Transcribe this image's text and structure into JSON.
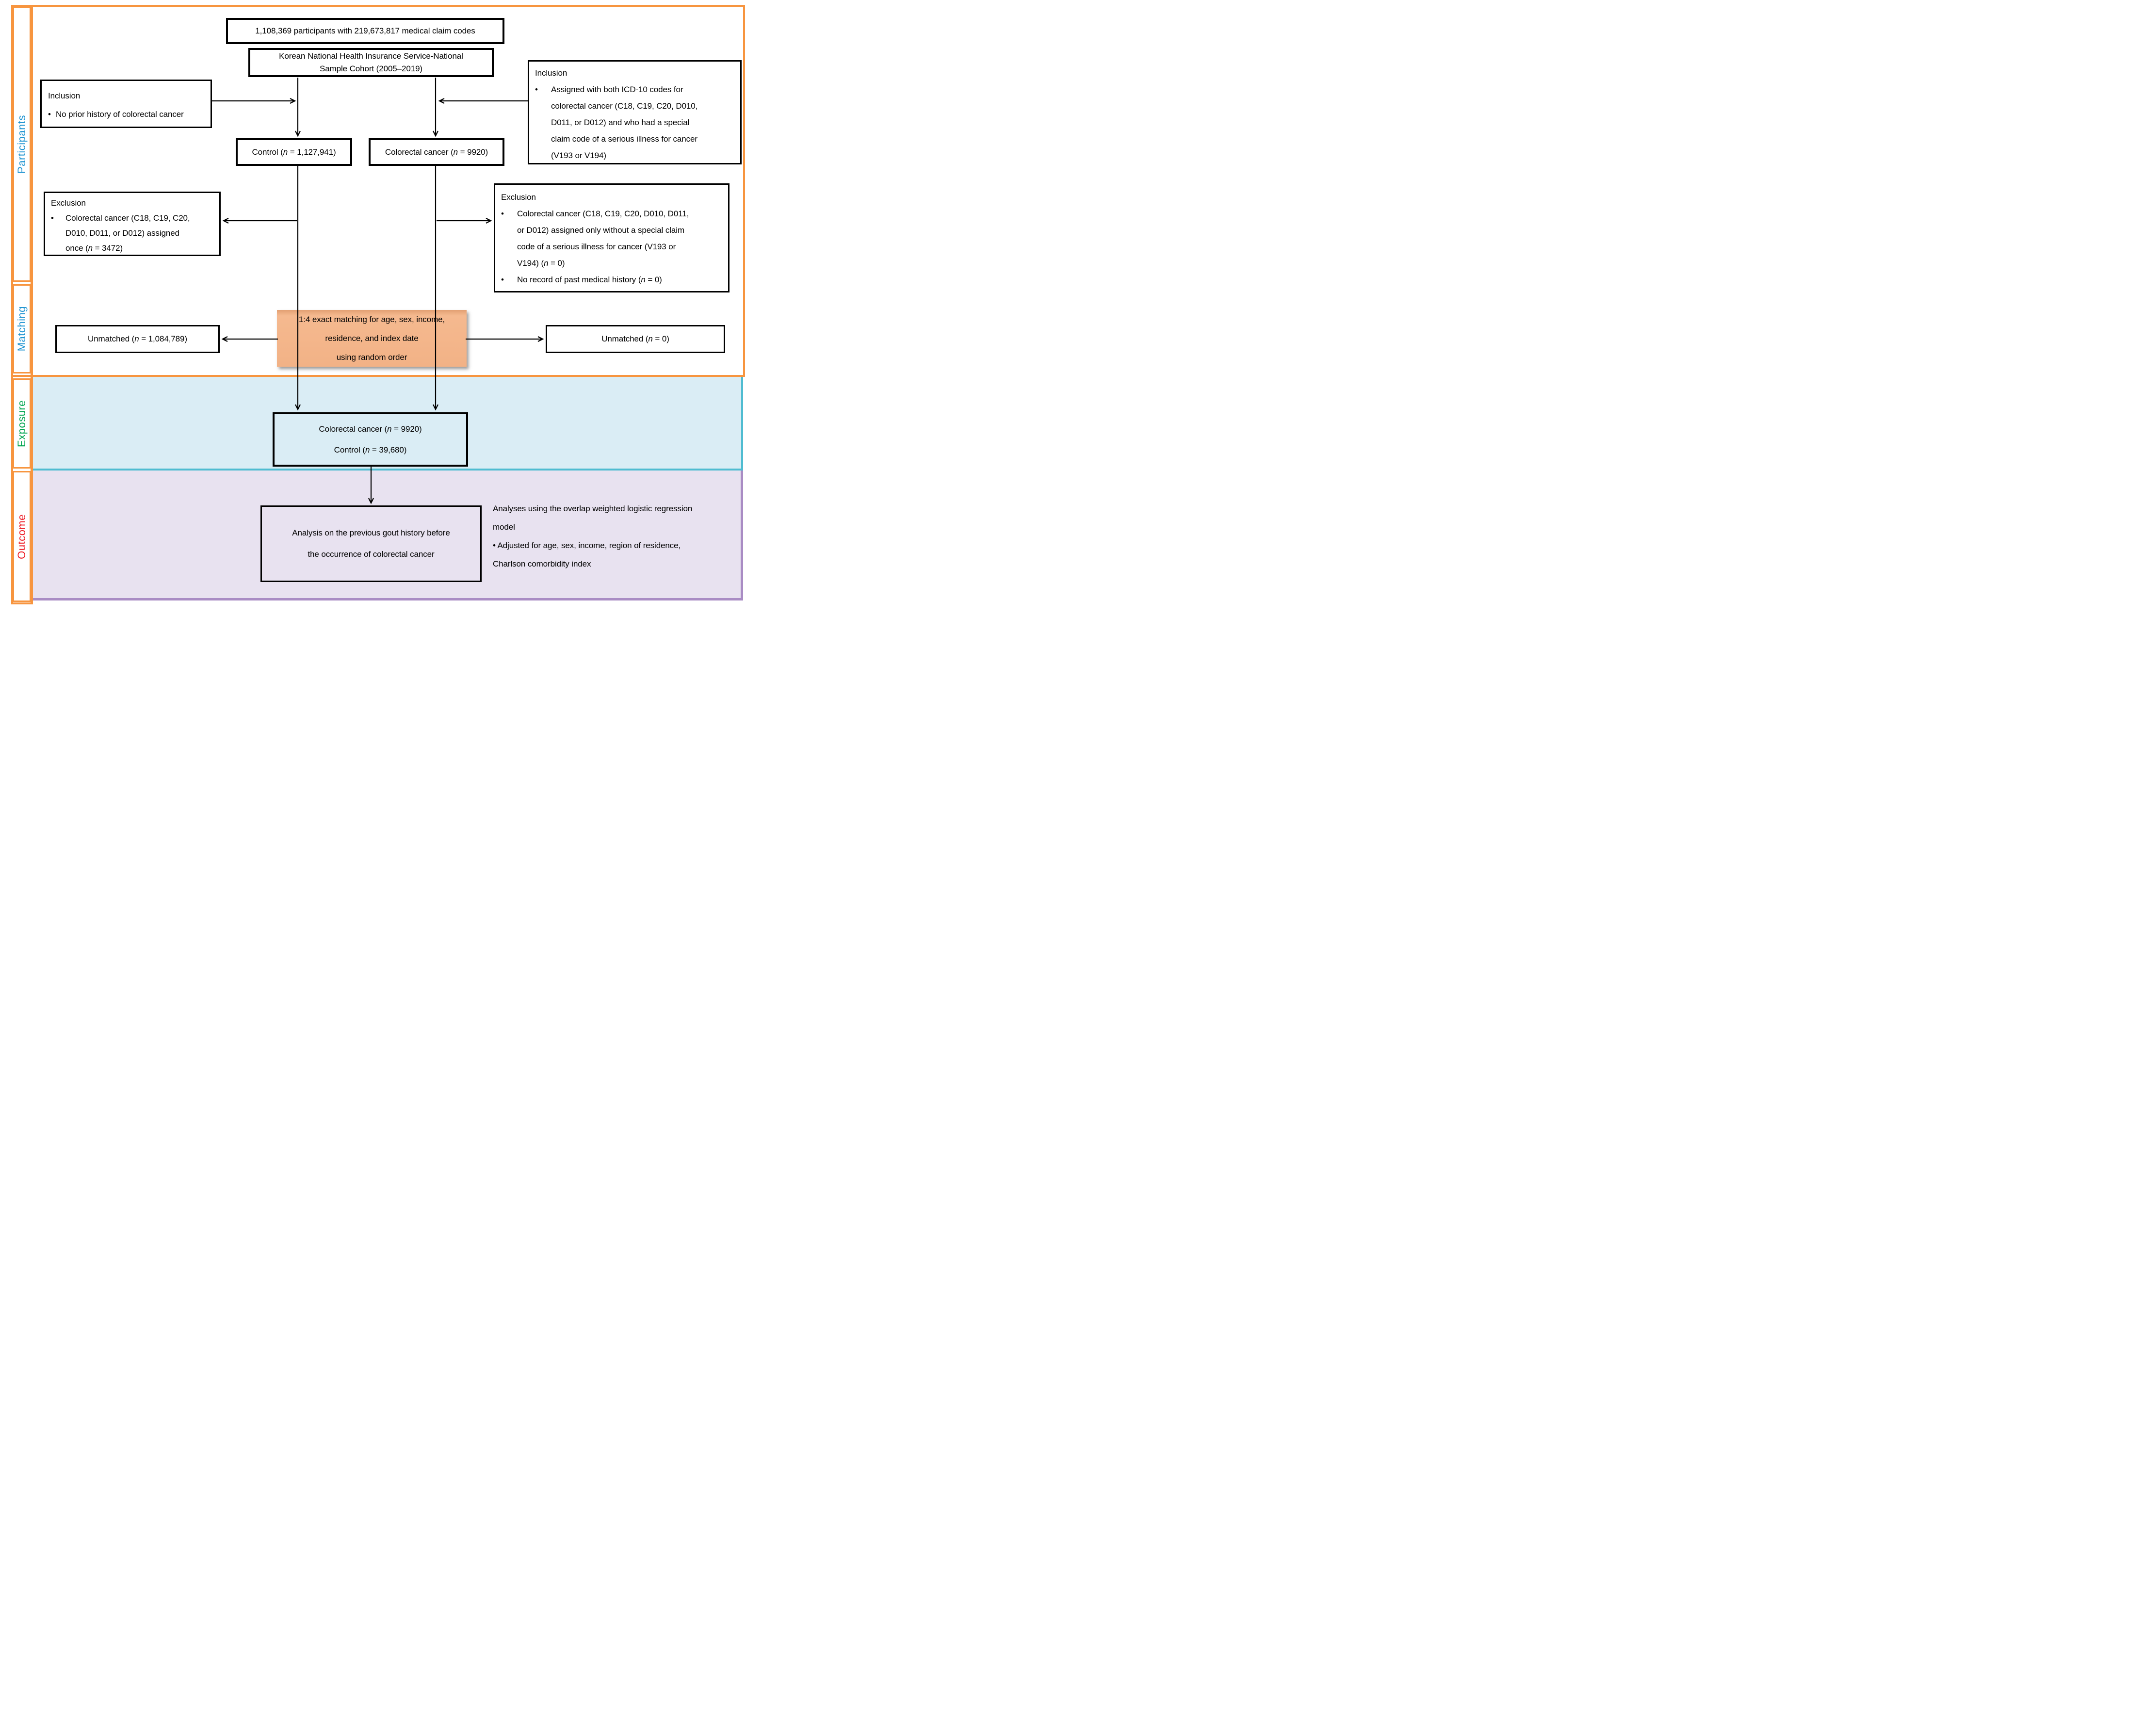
{
  "palette": {
    "border_orange": "#F7953F",
    "matching_fill": "#F2B286",
    "exposure_band": "#DAEDF5",
    "exposure_border": "#4FBCD1",
    "outcome_band": "#E8E2F0",
    "outcome_border": "#A98CC4",
    "box_border": "#000000",
    "label_blue": "#1E93D1",
    "label_green": "#00A550",
    "label_red": "#ED1C24"
  },
  "sidebar": {
    "items": [
      {
        "label": "Participants",
        "color": "#1E93D1"
      },
      {
        "label": "Matching",
        "color": "#1E93D1"
      },
      {
        "label": "Exposure",
        "color": "#00A550"
      },
      {
        "label": "Outcome",
        "color": "#ED1C24"
      }
    ]
  },
  "flow": {
    "source_box": "1,108,369 participants with 219,673,817 medical claim codes",
    "cohort_box_lines": [
      "Korean National Health Insurance Service-National",
      "Sample Cohort (2005–2019)"
    ],
    "inclusion_left": {
      "title": "Inclusion",
      "bullet_lines": [
        "No prior history of colorectal cancer"
      ]
    },
    "inclusion_right": {
      "title": "Inclusion",
      "bullet_lines": [
        "Assigned with both ICD-10 codes for",
        "colorectal cancer (C18, C19, C20, D010,",
        "D011, or D012) and who had a special",
        "claim code of a serious illness for cancer",
        "(V193 or V194)"
      ]
    },
    "control_box": "Control (n = 1,127,941)",
    "cancer_box": "Colorectal cancer (n = 9920)",
    "exclusion_left": {
      "title": "Exclusion",
      "bullet_lines": [
        "Colorectal cancer (C18, C19, C20,",
        "D010, D011, or D012) assigned",
        "once (n = 3472)"
      ]
    },
    "exclusion_right": {
      "title": "Exclusion",
      "bullet1_lines": [
        "Colorectal cancer (C18, C19, C20, D010, D011,",
        "or D012) assigned only without a special claim",
        "code of a serious illness for cancer (V193 or",
        "V194) (n = 0)"
      ],
      "bullet2_lines": [
        "No record of past medical history (n = 0)"
      ]
    },
    "matching_box_lines": [
      "1:4 exact matching for age, sex, income,",
      "residence, and index date",
      "using random order"
    ],
    "unmatched_left": "Unmatched (n = 1,084,789)",
    "unmatched_right": "Unmatched (n = 0)",
    "exposure_box_lines": [
      "Colorectal cancer (n = 9920)",
      "Control (n = 39,680)"
    ],
    "outcome_box_lines": [
      "Analysis on the previous gout history before",
      "the occurrence of colorectal cancer"
    ],
    "outcome_note_lines": [
      "Analyses using the overlap weighted logistic regression",
      "model",
      "• Adjusted for age, sex, income, region of residence,",
      "Charlson comorbidity index"
    ]
  }
}
